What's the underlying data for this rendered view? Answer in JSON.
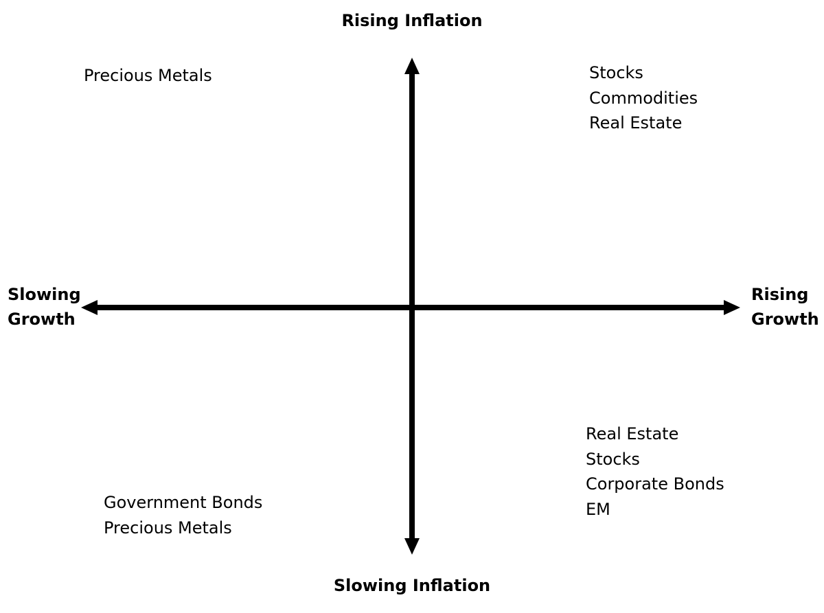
{
  "axes": {
    "top_label": "Rising Inflation",
    "bottom_label": "Slowing Inflation",
    "left_label": [
      "Slowing",
      "Growth"
    ],
    "right_label": [
      "Rising",
      "Growth"
    ]
  },
  "quadrants": {
    "top_left": [
      "Precious Metals"
    ],
    "top_right": [
      "Stocks",
      "Commodities",
      "Real Estate"
    ],
    "bottom_right": [
      "Real Estate",
      "Stocks",
      "Corporate Bonds",
      "EM"
    ],
    "bottom_left": [
      "Government Bonds",
      "Precious Metals"
    ]
  },
  "colors": {
    "arrow": "#000000",
    "text": "#000000",
    "background": "#ffffff"
  }
}
